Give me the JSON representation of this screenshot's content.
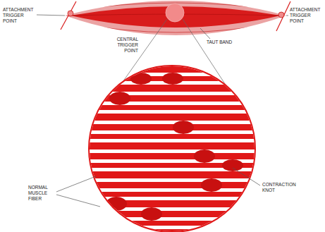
{
  "diagram": {
    "labels": [
      "ATTACHMENT TRIGGER POINT",
      "ATTACHMENT TRIGGER POINT",
      "CENTRAL TRIGGER POINT",
      "TAUT BAND",
      "NORMAL MUSCLE FIBER",
      "CONTRACTION KNOT"
    ]
  }
}
